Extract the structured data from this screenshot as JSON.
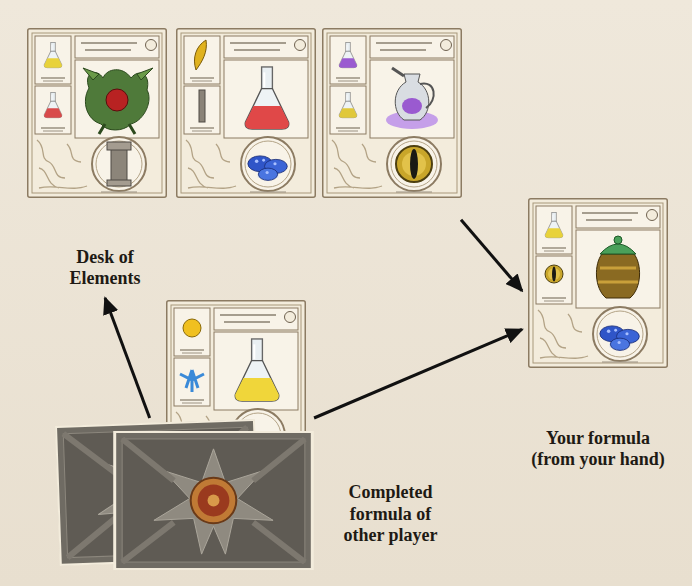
{
  "diagram": {
    "nodes": [
      {
        "text": [
          "Desk of Elements"
        ]
      },
      {
        "text": [
          "Your formula (from your hand)"
        ]
      },
      {
        "text": [
          "Completed formula of other player"
        ]
      }
    ],
    "edges": [
      {
        "from": 2,
        "to": 0,
        "arrow": "to"
      },
      {
        "from": 2,
        "to": 1,
        "arrow": "to"
      },
      {
        "from": 0,
        "to": 1,
        "arrow": "to"
      }
    ]
  }
}
